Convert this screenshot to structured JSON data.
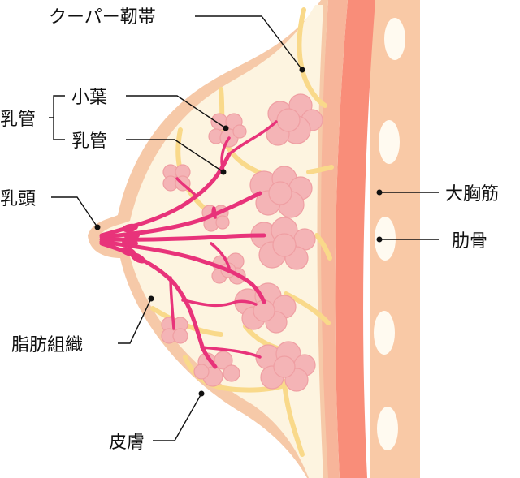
{
  "labels": {
    "cooper": "クーパー靭帯",
    "lobule": "小葉",
    "duct_inner": "乳管",
    "duct_group": "乳管",
    "nipple": "乳頭",
    "fat": "脂肪組織",
    "skin": "皮膚",
    "pectoralis": "大胸筋",
    "rib": "肋骨"
  },
  "colors": {
    "skin_outline": "#f6c9a8",
    "tissue_fill": "#fdf4e0",
    "ligament": "#f9d98a",
    "muscle": "#f98d79",
    "muscle_edge": "#f7b59a",
    "chest_wall": "#f9c9a6",
    "rib_fill": "#fffaf0",
    "duct": "#e8337a",
    "lobule": "#f4b4b6",
    "lobule_edge": "#ef9fa3",
    "text": "#111111"
  }
}
